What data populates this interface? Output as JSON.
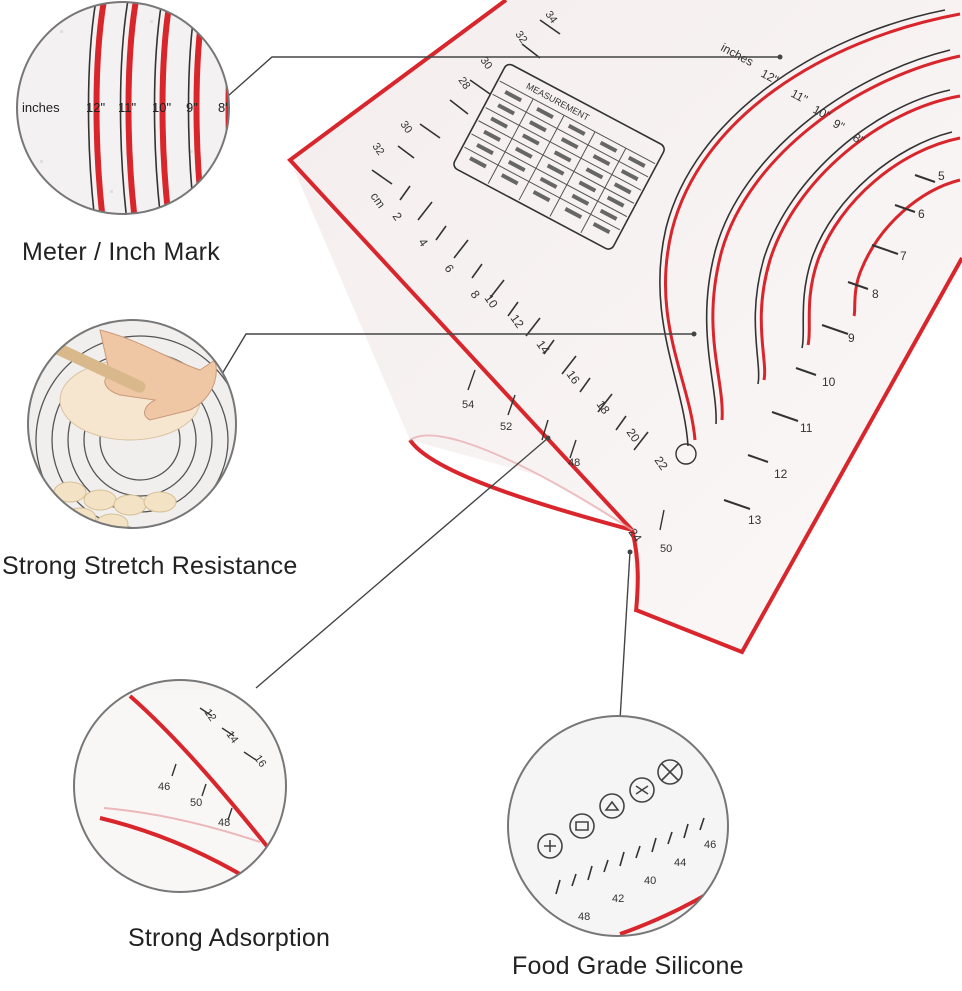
{
  "colors": {
    "mat_border": "#d8262c",
    "mat_fill": "#f7f1f1",
    "mark_ink": "#333333",
    "caption_text": "#222222",
    "leader_line": "#444444"
  },
  "captions": {
    "meter_inch": "Meter / Inch Mark",
    "stretch": "Strong Stretch Resistance",
    "adsorption": "Strong Adsorption",
    "food_grade": "Food Grade Silicone"
  },
  "zoom_meter": {
    "unit_label": "inches",
    "marks": [
      "12\"",
      "11\"",
      "10\"",
      "9\"",
      "8\""
    ]
  },
  "mat": {
    "inch_label": "inches",
    "circle_marks": [
      "12\"",
      "11\"",
      "10\"",
      "9\"",
      "8\""
    ],
    "cm_top": [
      "30",
      "32",
      "34"
    ],
    "cm_left": [
      "28",
      "30",
      "32"
    ],
    "side_cm_a": [
      "cm",
      "2",
      "4",
      "6",
      "8",
      "10",
      "12",
      "14",
      "16",
      "18",
      "20",
      "22",
      "24"
    ],
    "side_in": [
      "5",
      "6",
      "7",
      "8",
      "9",
      "10",
      "11",
      "12",
      "13"
    ],
    "bottom_cm": [
      "54",
      "52",
      "50",
      "48"
    ],
    "table_title": "MEASUREMENT",
    "icons": [
      "bread-icon",
      "cup-icon",
      "cake-icon",
      "flour-icon",
      "no-knife-icon"
    ]
  },
  "zoom_adsorption": {
    "marks": [
      "12",
      "14",
      "16",
      "46",
      "50",
      "48"
    ]
  },
  "zoom_food": {
    "marks": [
      "46",
      "44",
      "42",
      "40",
      "48"
    ]
  }
}
